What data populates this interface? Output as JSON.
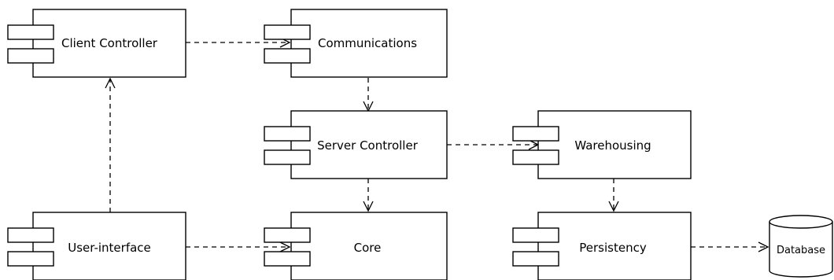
{
  "components": {
    "client_controller": "Client Controller",
    "communications": "Communications",
    "server_controller": "Server Controller",
    "warehousing": "Warehousing",
    "user_interface": "User-interface",
    "core": "Core",
    "persistency": "Persistency"
  },
  "database": {
    "label": "Database"
  },
  "dependencies": [
    {
      "from": "Client Controller",
      "to": "Communications"
    },
    {
      "from": "Communications",
      "to": "Server Controller"
    },
    {
      "from": "Server Controller",
      "to": "Warehousing"
    },
    {
      "from": "Server Controller",
      "to": "Core"
    },
    {
      "from": "Warehousing",
      "to": "Persistency"
    },
    {
      "from": "User-interface",
      "to": "Client Controller"
    },
    {
      "from": "User-interface",
      "to": "Core"
    },
    {
      "from": "Persistency",
      "to": "Database"
    }
  ]
}
